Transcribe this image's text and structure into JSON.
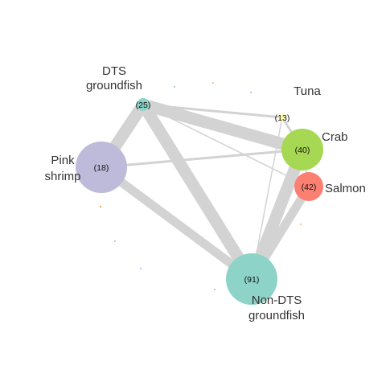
{
  "nodes": [
    {
      "id": "dts",
      "label_lines": [
        "DTS",
        "groundfish"
      ],
      "count_text": "(25)",
      "color": "#8dd3c7"
    },
    {
      "id": "tuna",
      "label_lines": [
        "Tuna"
      ],
      "count_text": "(13)",
      "color": "#ffffb3"
    },
    {
      "id": "crab",
      "label_lines": [
        "Crab"
      ],
      "count_text": "(40)",
      "color": "#a6d854"
    },
    {
      "id": "pink",
      "label_lines": [
        "Pink",
        "shrimp"
      ],
      "count_text": "(18)",
      "color": "#bebada"
    },
    {
      "id": "salmon",
      "label_lines": [
        "Salmon"
      ],
      "count_text": "(42)",
      "color": "#fb8072"
    },
    {
      "id": "nondts",
      "label_lines": [
        "Non-DTS",
        "groundfish"
      ],
      "count_text": "(91)",
      "color": "#8dd3c7"
    }
  ],
  "edges": [
    {
      "from": "dts",
      "to": "pink",
      "strength": "strong"
    },
    {
      "from": "dts",
      "to": "nondts",
      "strength": "strong"
    },
    {
      "from": "dts",
      "to": "crab",
      "strength": "strong"
    },
    {
      "from": "pink",
      "to": "nondts",
      "strength": "medium"
    },
    {
      "from": "crab",
      "to": "nondts",
      "strength": "strong"
    },
    {
      "from": "salmon",
      "to": "nondts",
      "strength": "medium"
    },
    {
      "from": "dts",
      "to": "tuna",
      "strength": "weak"
    },
    {
      "from": "dts",
      "to": "salmon",
      "strength": "thin"
    },
    {
      "from": "pink",
      "to": "crab",
      "strength": "weak"
    },
    {
      "from": "tuna",
      "to": "crab",
      "strength": "weak"
    },
    {
      "from": "tuna",
      "to": "nondts",
      "strength": "thin"
    },
    {
      "from": "crab",
      "to": "salmon",
      "strength": "thin"
    }
  ],
  "edge_color": "#d3d3d3"
}
